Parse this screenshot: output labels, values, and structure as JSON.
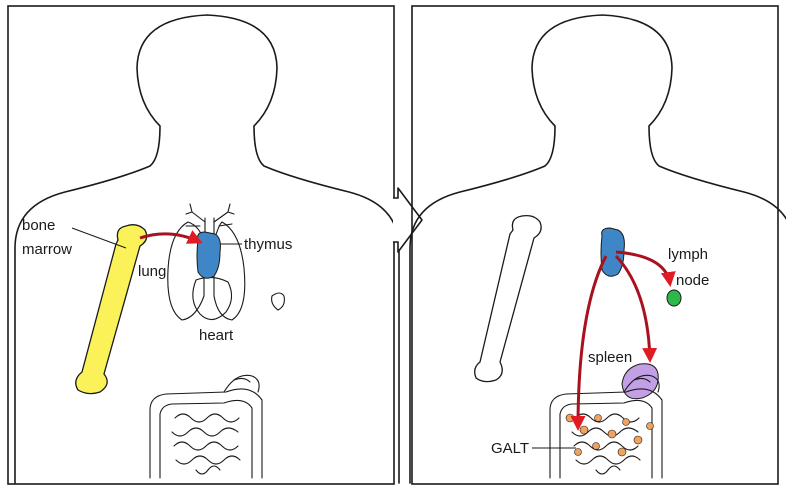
{
  "colors": {
    "bone_marrow": "#fbf25a",
    "thymus": "#3f86c6",
    "spleen": "#c3a0e6",
    "lymph_node": "#2db84a",
    "arrow": "#a8121e",
    "arrowhead": "#e01b24",
    "galt_dots": "#f0a35c"
  },
  "icons": {
    "transition": "chevron-right-arrow-icon"
  },
  "left_panel": {
    "labels": {
      "bone_marrow_line1": "bone",
      "bone_marrow_line2": "marrow",
      "thymus": "thymus",
      "lung": "lung",
      "heart": "heart"
    }
  },
  "right_panel": {
    "labels": {
      "lymph_node_line1": "lymph",
      "lymph_node_line2": "node",
      "spleen": "spleen",
      "galt": "GALT"
    }
  }
}
